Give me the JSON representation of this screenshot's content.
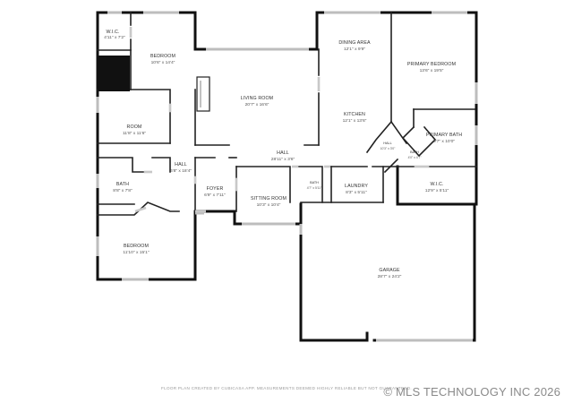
{
  "rooms": {
    "wic_left": {
      "name": "W.I.C.",
      "dims": "4'11\" x 7'2\""
    },
    "bedroom_top": {
      "name": "BEDROOM",
      "dims": "10'6\" x 14'4\""
    },
    "room": {
      "name": "ROOM",
      "dims": "11'8\" x 11'6\""
    },
    "hall_left": {
      "name": "HALL",
      "dims": "6'8\" x 18'4\""
    },
    "bath_left": {
      "name": "BATH",
      "dims": "8'8\" x 7'8\""
    },
    "bedroom_bottom": {
      "name": "BEDROOM",
      "dims": "11'10\" x 15'1\""
    },
    "foyer": {
      "name": "FOYER",
      "dims": "6'9\" x 7'11\""
    },
    "living_room": {
      "name": "LIVING ROOM",
      "dims": "20'7\" x 16'6\""
    },
    "hall_center": {
      "name": "HALL",
      "dims": "28'11\" x 3'6\""
    },
    "sitting_room": {
      "name": "SITTING ROOM",
      "dims": "10'3\" x 10'4\""
    },
    "dining_area": {
      "name": "DINING AREA",
      "dims": "12'1\" x 9'9\""
    },
    "kitchen": {
      "name": "KITCHEN",
      "dims": "12'1\" x 13'6\""
    },
    "hall_small": {
      "name": "HALL",
      "dims": "10'3\" x 3'0\""
    },
    "bath_center": {
      "name": "BATH",
      "dims": "4'7\" x 5'11\""
    },
    "laundry": {
      "name": "LAUNDRY",
      "dims": "8'3\" x 5'11\""
    },
    "primary_bedroom": {
      "name": "PRIMARY BEDROOM",
      "dims": "13'6\" x 19'5\""
    },
    "primary_bath": {
      "name": "PRIMARY BATH",
      "dims": "9'7\" x 10'0\""
    },
    "bath_small": {
      "name": "BATH",
      "dims": "4'0\" x 4'7\""
    },
    "wic_right": {
      "name": "W.I.C.",
      "dims": "12'9\" x 5'11\""
    },
    "garage": {
      "name": "GARAGE",
      "dims": "28'7\" x 24'2\""
    }
  },
  "footer": {
    "disclaimer": "FLOOR PLAN CREATED BY CUBICASA APP. MEASUREMENTS DEEMED HIGHLY RELIABLE BUT NOT GUARANTEED.",
    "watermark": "© MLS TECHNOLOGY INC 2026"
  }
}
